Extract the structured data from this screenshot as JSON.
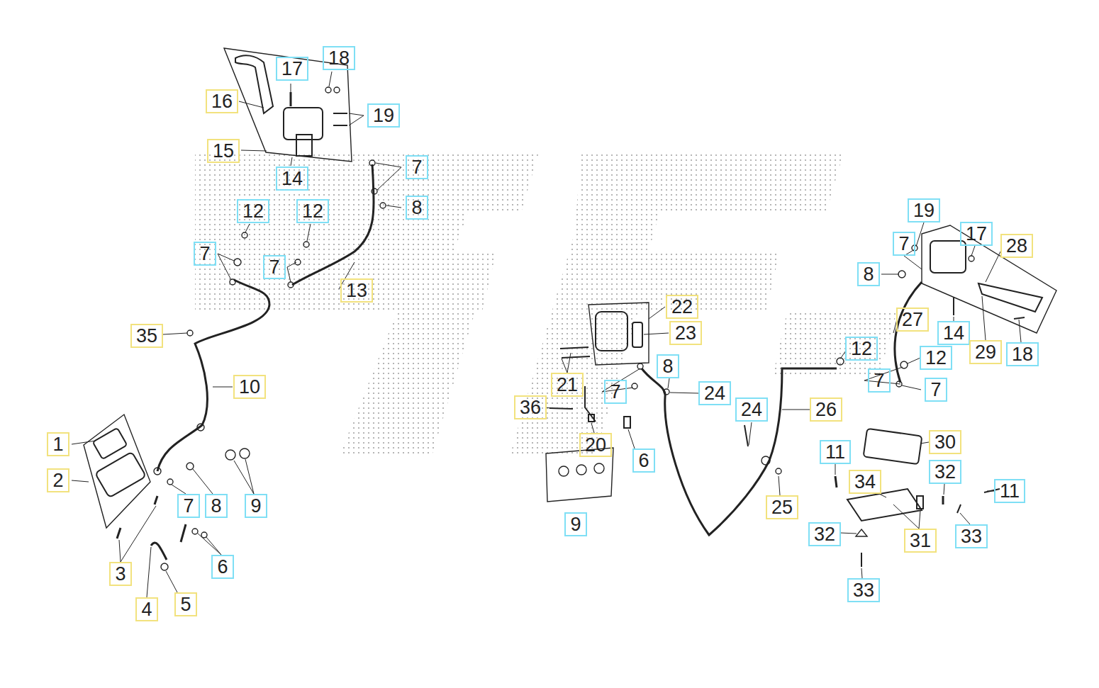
{
  "diagram": {
    "nodes": [
      {
        "text": [
          "18"
        ]
      },
      {
        "text": [
          "17"
        ]
      },
      {
        "text": [
          "16"
        ]
      },
      {
        "text": [
          "19"
        ]
      },
      {
        "text": [
          "15"
        ]
      },
      {
        "text": [
          "14"
        ]
      },
      {
        "text": [
          "7"
        ]
      },
      {
        "text": [
          "8"
        ]
      },
      {
        "text": [
          "12"
        ]
      },
      {
        "text": [
          "12"
        ]
      },
      {
        "text": [
          "7"
        ]
      },
      {
        "text": [
          "7"
        ]
      },
      {
        "text": [
          "13"
        ]
      },
      {
        "text": [
          "35"
        ]
      },
      {
        "text": [
          "10"
        ]
      },
      {
        "text": [
          "1"
        ]
      },
      {
        "text": [
          "2"
        ]
      },
      {
        "text": [
          "7"
        ]
      },
      {
        "text": [
          "8"
        ]
      },
      {
        "text": [
          "9"
        ]
      },
      {
        "text": [
          "3"
        ]
      },
      {
        "text": [
          "6"
        ]
      },
      {
        "text": [
          "4"
        ]
      },
      {
        "text": [
          "5"
        ]
      },
      {
        "text": [
          "19"
        ]
      },
      {
        "text": [
          "17"
        ]
      },
      {
        "text": [
          "28"
        ]
      },
      {
        "text": [
          "7"
        ]
      },
      {
        "text": [
          "8"
        ]
      },
      {
        "text": [
          "22"
        ]
      },
      {
        "text": [
          "23"
        ]
      },
      {
        "text": [
          "27"
        ]
      },
      {
        "text": [
          "14"
        ]
      },
      {
        "text": [
          "29"
        ]
      },
      {
        "text": [
          "18"
        ]
      },
      {
        "text": [
          "12"
        ]
      },
      {
        "text": [
          "12"
        ]
      },
      {
        "text": [
          "8"
        ]
      },
      {
        "text": [
          "21"
        ]
      },
      {
        "text": [
          "7"
        ]
      },
      {
        "text": [
          "24"
        ]
      },
      {
        "text": [
          "7"
        ]
      },
      {
        "text": [
          "7"
        ]
      },
      {
        "text": [
          "36"
        ]
      },
      {
        "text": [
          "24"
        ]
      },
      {
        "text": [
          "26"
        ]
      },
      {
        "text": [
          "20"
        ]
      },
      {
        "text": [
          "30"
        ]
      },
      {
        "text": [
          "6"
        ]
      },
      {
        "text": [
          "11"
        ]
      },
      {
        "text": [
          "32"
        ]
      },
      {
        "text": [
          "34"
        ]
      },
      {
        "text": [
          "11"
        ]
      },
      {
        "text": [
          "25"
        ]
      },
      {
        "text": [
          "9"
        ]
      },
      {
        "text": [
          "32"
        ]
      },
      {
        "text": [
          "31"
        ]
      },
      {
        "text": [
          "33"
        ]
      },
      {
        "text": [
          "33"
        ]
      }
    ]
  }
}
